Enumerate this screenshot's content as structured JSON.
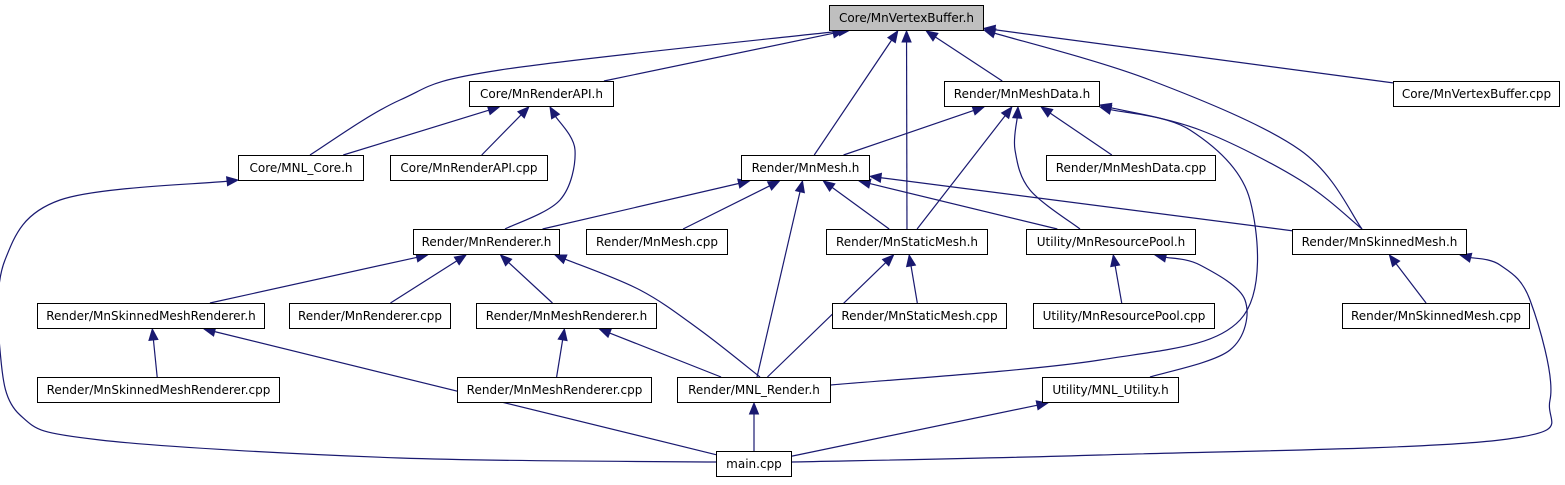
{
  "diagram": {
    "colors": {
      "edge": "#191970",
      "root_fill": "#bfbfbf",
      "node_fill": "#ffffff",
      "node_border": "#000000"
    },
    "nodes": {
      "vb_h": "Core/MnVertexBuffer.h",
      "renderapi_h": "Core/MnRenderAPI.h",
      "meshdata_h": "Render/MnMeshData.h",
      "vb_cpp": "Core/MnVertexBuffer.cpp",
      "core_h": "Core/MNL_Core.h",
      "renderapi_cpp": "Core/MnRenderAPI.cpp",
      "mesh_h": "Render/MnMesh.h",
      "meshdata_cpp": "Render/MnMeshData.cpp",
      "renderer_h": "Render/MnRenderer.h",
      "mesh_cpp": "Render/MnMesh.cpp",
      "staticmesh_h": "Render/MnStaticMesh.h",
      "respool_h": "Utility/MnResourcePool.h",
      "skinnedmesh_h": "Render/MnSkinnedMesh.h",
      "skmr_h": "Render/MnSkinnedMeshRenderer.h",
      "renderer_cpp": "Render/MnRenderer.cpp",
      "meshrenderer_h": "Render/MnMeshRenderer.h",
      "staticmesh_cpp": "Render/MnStaticMesh.cpp",
      "respool_cpp": "Utility/MnResourcePool.cpp",
      "skinnedmesh_cpp": "Render/MnSkinnedMesh.cpp",
      "skmr_cpp": "Render/MnSkinnedMeshRenderer.cpp",
      "meshrenderer_cpp": "Render/MnMeshRenderer.cpp",
      "mnl_render_h": "Render/MNL_Render.h",
      "mnl_utility_h": "Utility/MNL_Utility.h",
      "main_cpp": "main.cpp"
    },
    "edges": [
      [
        "core_h",
        "vb_h"
      ],
      [
        "renderapi_h",
        "vb_h"
      ],
      [
        "mesh_h",
        "vb_h"
      ],
      [
        "staticmesh_h",
        "vb_h"
      ],
      [
        "meshdata_h",
        "vb_h"
      ],
      [
        "skinnedmesh_h",
        "vb_h"
      ],
      [
        "vb_cpp",
        "vb_h"
      ],
      [
        "core_h",
        "renderapi_h"
      ],
      [
        "renderapi_cpp",
        "renderapi_h"
      ],
      [
        "renderer_h",
        "renderapi_h"
      ],
      [
        "mesh_h",
        "meshdata_h"
      ],
      [
        "staticmesh_h",
        "meshdata_h"
      ],
      [
        "respool_h",
        "meshdata_h"
      ],
      [
        "meshdata_cpp",
        "meshdata_h"
      ],
      [
        "mnl_render_h",
        "meshdata_h"
      ],
      [
        "skinnedmesh_h",
        "meshdata_h"
      ],
      [
        "main_cpp",
        "core_h"
      ],
      [
        "renderer_h",
        "mesh_h"
      ],
      [
        "mesh_cpp",
        "mesh_h"
      ],
      [
        "staticmesh_h",
        "mesh_h"
      ],
      [
        "respool_h",
        "mesh_h"
      ],
      [
        "skinnedmesh_h",
        "mesh_h"
      ],
      [
        "mnl_render_h",
        "mesh_h"
      ],
      [
        "skmr_h",
        "renderer_h"
      ],
      [
        "renderer_cpp",
        "renderer_h"
      ],
      [
        "meshrenderer_h",
        "renderer_h"
      ],
      [
        "mnl_render_h",
        "renderer_h"
      ],
      [
        "staticmesh_cpp",
        "staticmesh_h"
      ],
      [
        "mnl_render_h",
        "staticmesh_h"
      ],
      [
        "respool_cpp",
        "respool_h"
      ],
      [
        "mnl_utility_h",
        "respool_h"
      ],
      [
        "skinnedmesh_cpp",
        "skinnedmesh_h"
      ],
      [
        "main_cpp",
        "skinnedmesh_h"
      ],
      [
        "skmr_cpp",
        "skmr_h"
      ],
      [
        "main_cpp",
        "skmr_h"
      ],
      [
        "meshrenderer_cpp",
        "meshrenderer_h"
      ],
      [
        "mnl_render_h",
        "meshrenderer_h"
      ],
      [
        "main_cpp",
        "mnl_render_h"
      ],
      [
        "main_cpp",
        "mnl_utility_h"
      ]
    ]
  }
}
